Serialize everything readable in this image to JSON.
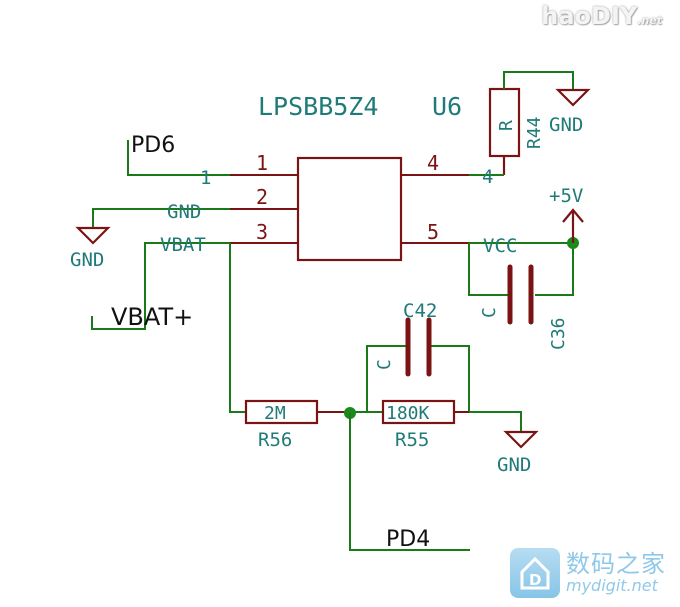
{
  "watermarks": {
    "top_right": {
      "main": "haoDIY",
      "suffix": ".net"
    },
    "bottom_right": {
      "chinese": "数码之家",
      "url": "mydigit.net",
      "logo_letter": "D"
    }
  },
  "ic": {
    "part": "LPSBB5Z4",
    "ref": "U6",
    "pins": {
      "p1": "1",
      "p2": "2",
      "p3": "3",
      "p4": "4",
      "p5": "5"
    }
  },
  "nets": {
    "pd6": "PD6",
    "pin1_net": "1",
    "gnd_net": "GND",
    "vbat_net": "VBAT",
    "vbat_plus": "VBAT+",
    "pin4_net": "4",
    "vcc_net": "VCC",
    "pd4": "PD4"
  },
  "power": {
    "gnd_left": "GND",
    "gnd_r44": "GND",
    "gnd_r55": "GND",
    "plus5v": "+5V"
  },
  "components": {
    "r44": {
      "ref": "R44",
      "value": "R"
    },
    "c36": {
      "ref": "C36",
      "value": "C"
    },
    "c42": {
      "ref": "C42",
      "value": "C"
    },
    "r56": {
      "ref": "R56",
      "value": "2M"
    },
    "r55": {
      "ref": "R55",
      "value": "180K"
    }
  }
}
